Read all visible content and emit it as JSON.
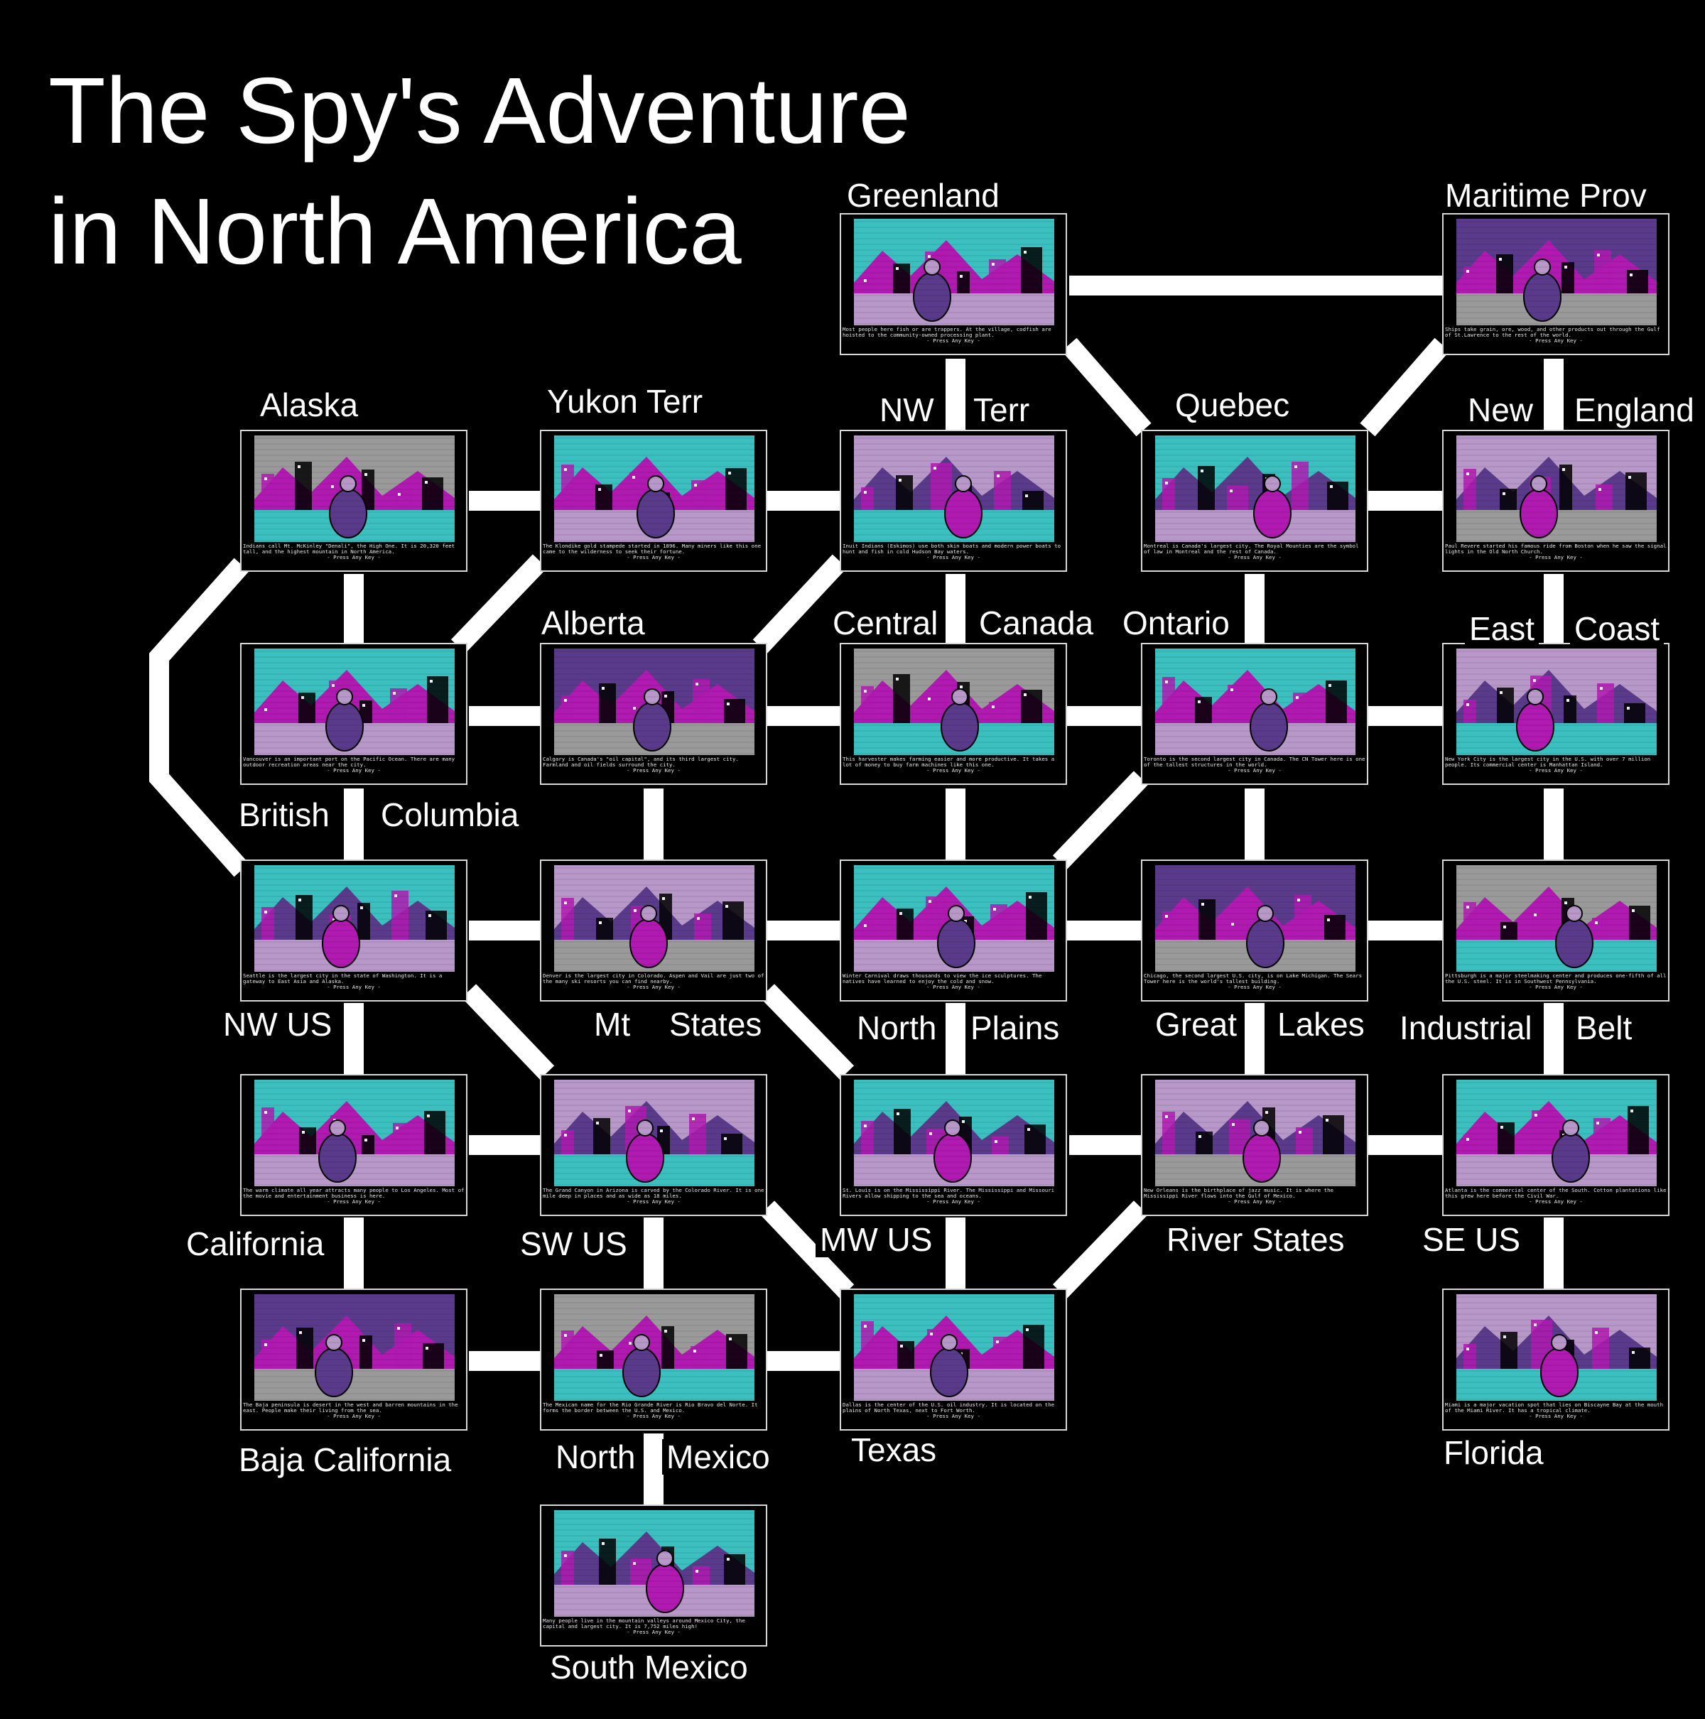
{
  "title": {
    "line1": "The Spy's Adventure",
    "line2": "in North America"
  },
  "colors": {
    "background": "#000000",
    "connector": "#ffffff",
    "teal": "#3bbfbf",
    "magenta": "#b01ab0",
    "violet": "#5a3a8a",
    "lilac": "#b898c8",
    "grey": "#9a9a9a"
  },
  "regions": [
    {
      "id": "greenland",
      "label": "Greenland",
      "caption": "Most people here fish or are trappers. At the village, codfish are hoisted to the community-owned processing plant.",
      "press": "- Press Any Key -"
    },
    {
      "id": "maritime",
      "label": "Maritime Prov",
      "caption": "Ships take grain, ore, wood, and other products out through the Gulf of St.Lawrence to the rest of the world.",
      "press": "- Press Any Key -"
    },
    {
      "id": "alaska",
      "label": "Alaska",
      "caption": "Indians call Mt. McKinley \"Denali\", the High One. It is 20,320 feet tall, and the highest mountain in North America.",
      "press": "- Press Any Key -"
    },
    {
      "id": "yukon",
      "label": "Yukon Terr",
      "caption": "The Klondike gold stampede started in 1896. Many miners like this one came to the wilderness to seek their fortune.",
      "press": "- Press Any Key -"
    },
    {
      "id": "nwterr",
      "label": "NW Terr",
      "caption": "Inuit Indians (Eskimos) use both skin boats and modern power boats to hunt and fish in cold Hudson Bay waters.",
      "press": "- Press Any Key -"
    },
    {
      "id": "quebec",
      "label": "Quebec",
      "caption": "Montreal is Canada's largest city. The Royal Mounties are the symbol of law in Montreal and the rest of Canada.",
      "press": "- Press Any Key -"
    },
    {
      "id": "newengland",
      "label": "New England",
      "caption": "Paul Revere started his famous ride from Boston when he saw the signal lights in the Old North Church.",
      "press": "- Press Any Key -"
    },
    {
      "id": "bc",
      "label": "British Columbia",
      "caption": "Vancouver is an important port on the Pacific Ocean. There are many outdoor recreation areas near the city.",
      "press": "- Press Any Key -"
    },
    {
      "id": "alberta",
      "label": "Alberta",
      "caption": "Calgary is Canada's \"oil capital\", and its third largest city. Farmland and oil fields surround the city.",
      "press": "- Press Any Key -"
    },
    {
      "id": "central",
      "label": "Central Canada",
      "caption": "This harvester makes farming easier and more productive. It takes a lot of money to buy farm machines like this one.",
      "press": "- Press Any Key -"
    },
    {
      "id": "ontario",
      "label": "Ontario",
      "caption": "Toronto is the second largest city in Canada. The CN Tower here is one of the tallest structures in the world.",
      "press": "- Press Any Key -"
    },
    {
      "id": "eastcoast",
      "label": "East Coast",
      "caption": "New York City is the largest city in the U.S. with over 7 million people. Its commercial center is Manhattan Island.",
      "press": "- Press Any Key -"
    },
    {
      "id": "nwus",
      "label": "NW US",
      "caption": "Seattle is the largest city in the state of Washington. It is a gateway to East Asia and Alaska.",
      "press": "- Press Any Key -"
    },
    {
      "id": "mtstates",
      "label": "Mt States",
      "caption": "Denver is the largest city in Colorado. Aspen and Vail are just two of the many ski resorts you can find nearby.",
      "press": "- Press Any Key -"
    },
    {
      "id": "northplains",
      "label": "North Plains",
      "caption": "Winter Carnival draws thousands to view the ice sculptures. The natives have learned to enjoy the cold and snow.",
      "press": "- Press Any Key -"
    },
    {
      "id": "greatlakes",
      "label": "Great Lakes",
      "caption": "Chicago, the second largest U.S. city, is on Lake Michigan. The Sears Tower here is the world's tallest building.",
      "press": "- Press Any Key -"
    },
    {
      "id": "industrial",
      "label": "Industrial Belt",
      "caption": "Pittsburgh is a major steelmaking center and produces one-fifth of all the U.S. steel. It is in Southwest Pennsylvania.",
      "press": "- Press Any Key -"
    },
    {
      "id": "california",
      "label": "California",
      "caption": "The warm climate all year attracts many people to Los Angeles. Most of the movie and entertainment business is here.",
      "press": "- Press Any Key -"
    },
    {
      "id": "swus",
      "label": "SW US",
      "caption": "The Grand Canyon in Arizona is carved by the Colorado River. It is one mile deep in places and as wide as 18 miles.",
      "press": "- Press Any Key -"
    },
    {
      "id": "mwus",
      "label": "MW US",
      "caption": "St. Louis is on the Mississippi River. The Mississippi and Missouri Rivers allow shipping to the sea and oceans.",
      "press": "- Press Any Key -"
    },
    {
      "id": "river",
      "label": "River States",
      "caption": "New Orleans is the birthplace of jazz music. It is where the Mississippi River flows into the Gulf of Mexico.",
      "press": "- Press Any Key -"
    },
    {
      "id": "seus",
      "label": "SE US",
      "caption": "Atlanta is the commercial center of the South. Cotton plantations like this grew here before the Civil War.",
      "press": "- Press Any Key -"
    },
    {
      "id": "baja",
      "label": "Baja California",
      "caption": "The Baja peninsula is desert in the west and barren mountains in the east. People make their living from the sea.",
      "press": "- Press Any Key -"
    },
    {
      "id": "northmexico",
      "label": "North Mexico",
      "caption": "The Mexican name for the Rio Grande River is Rio Bravo del Norte. It forms the border between the U.S. and Mexico.",
      "press": "- Press Any Key -"
    },
    {
      "id": "texas",
      "label": "Texas",
      "caption": "Dallas is the center of the U.S. oil industry. It is located on the plains of North Texas, next to Fort Worth.",
      "press": "- Press Any Key -"
    },
    {
      "id": "florida",
      "label": "Florida",
      "caption": "Miami is a major vacation spot that lies on Biscayne Bay at the mouth of the Miami River. It has a tropical climate.",
      "press": "- Press Any Key -"
    },
    {
      "id": "southmexico",
      "label": "South Mexico",
      "caption": "Many people live in the mountain valleys around Mexico City, the capital and largest city. It is 7,752 miles high!",
      "press": "- Press Any Key -"
    }
  ]
}
